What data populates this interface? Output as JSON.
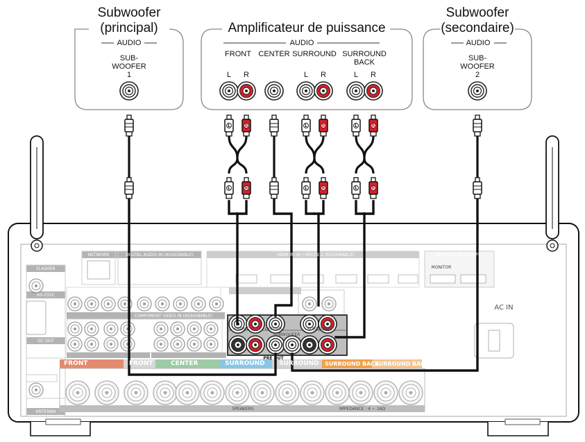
{
  "boxes": {
    "sub1": {
      "title_line1": "Subwoofer",
      "title_line2": "(principal)",
      "section": "AUDIO",
      "port_line1": "SUB-",
      "port_line2": "WOOFER",
      "port_line3": "1"
    },
    "amp": {
      "title": "Amplificateur de puissance",
      "section": "AUDIO",
      "channels": [
        "FRONT",
        "CENTER",
        "SURROUND",
        "SURROUND"
      ],
      "channel_extra": "BACK",
      "left": "L",
      "right": "R"
    },
    "sub2": {
      "title_line1": "Subwoofer",
      "title_line2": "(secondaire)",
      "section": "AUDIO",
      "port_line1": "SUB-",
      "port_line2": "WOOFER",
      "port_line3": "2"
    }
  },
  "receiver": {
    "labels": {
      "network": "NETWORK",
      "digital_audio": "DIGITAL AUDIO IN (ASSIGNABLE)",
      "hdmi_in": "HDMI IN 4K / HDCP2.2 (ASSIGNABLE)",
      "hdmi_out": "HDMI OUT 4K / HDCP2.2",
      "flasher": "FLASHER",
      "rs232": "RS-232C",
      "dc_out": "DC OUT",
      "component": "COMPONENT VIDEO IN (ASSIGNABLE)",
      "pre_out": "PRE OUT",
      "subwoofer": "SUBWOOFER",
      "front": "FRONT",
      "center": "CENTER",
      "surround": "SURROUND",
      "ac_in": "AC IN",
      "speakers": "SPEAKERS",
      "impedance": "IMPEDANCE : 4 ~ 16Ω",
      "antenna": "ANTENNA",
      "monitor": "MONITOR"
    },
    "speaker_bars": [
      "FRONT",
      "FRONT",
      "CENTER",
      "SURROUND",
      "SURROUND",
      "SURROUND BACK",
      "SURROUND BACK"
    ],
    "colors": {
      "front_r": "#e48a6e",
      "front_l": "#d8d8d8",
      "center": "#9ccba4",
      "surround_r": "#88c6e6",
      "surround_l": "#d3d3d3",
      "sback_r": "#f0a14a",
      "sback_l": "#f4c591",
      "cable": "#111111",
      "rca_red": "#d4202a"
    }
  }
}
